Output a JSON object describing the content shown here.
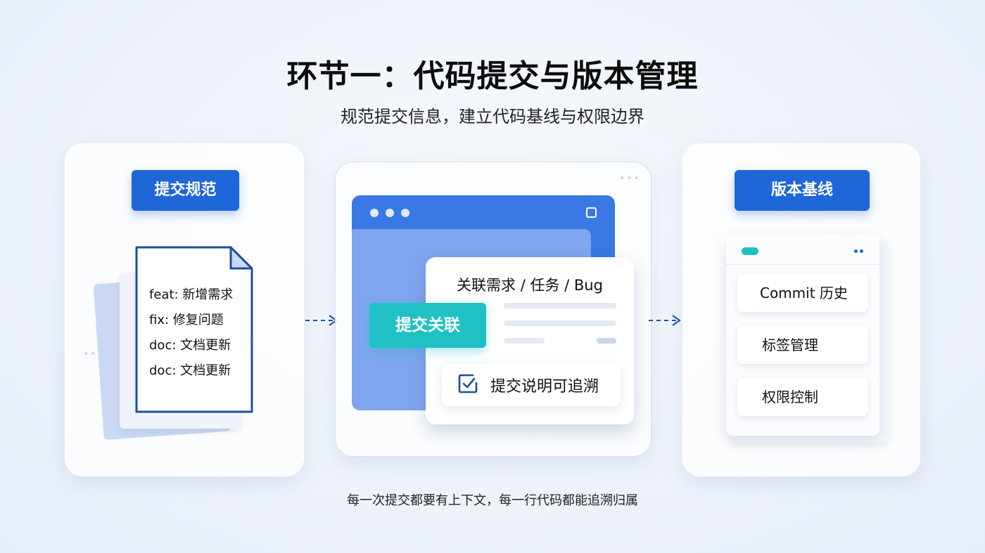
{
  "header": {
    "title": "环节一：代码提交与版本管理",
    "subtitle": "规范提交信息，建立代码基线与权限边界"
  },
  "left": {
    "button_label": "提交规范",
    "doc_lines": [
      "feat: 新增需求",
      "fix: 修复问题",
      "doc: 文档更新",
      "doc: 文档更新"
    ]
  },
  "middle": {
    "card_title": "关联需求 / 任务 / Bug",
    "tag_label": "提交关联",
    "check_label": "提交说明可追溯"
  },
  "right": {
    "button_label": "版本基线",
    "items": [
      "Commit 历史",
      "标签管理",
      "权限控制"
    ]
  },
  "footer": {
    "text": "每一次提交都要有上下文，每一行代码都能追溯归属"
  },
  "colors": {
    "primary_blue": "#1f66d8",
    "teal": "#1fc1c5",
    "browser_blue": "#3a78e6"
  }
}
